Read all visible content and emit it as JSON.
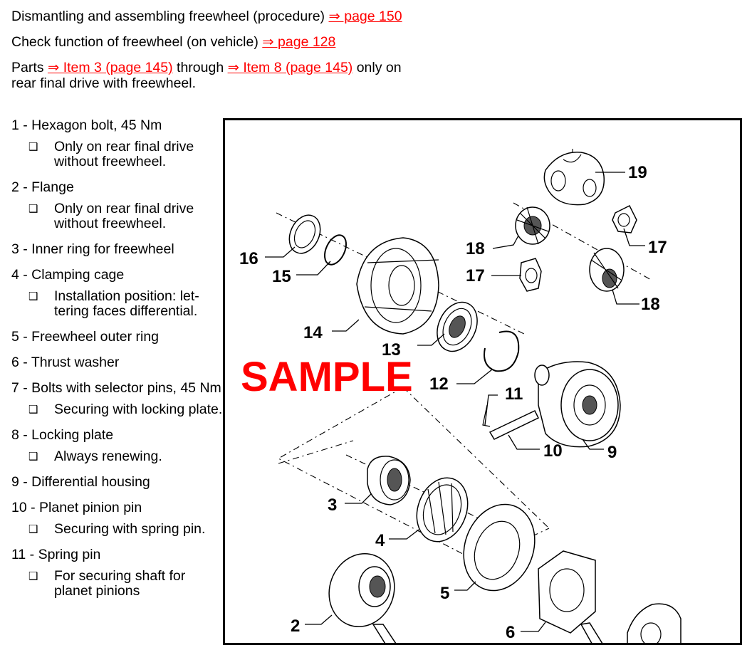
{
  "header": {
    "line1": {
      "text": "Dismantling and assembling freewheel (procedure) ",
      "link": "⇒ page 150"
    },
    "line2": {
      "text": "Check function of freewheel (on vehicle) ",
      "link": "⇒ page 128"
    },
    "line3": {
      "prefix": "Parts ",
      "link1": "⇒ Item 3 (page 145)",
      "middle": " through ",
      "link2": "⇒ Item 8 (page 145)",
      "suffix": " only on",
      "line2": "rear final drive with freewheel."
    }
  },
  "bullet_icon": "❑",
  "parts": [
    {
      "title": "1 - Hexagon bolt, 45 Nm",
      "notes": [
        "Only on rear final drive without freewheel."
      ]
    },
    {
      "title": "2 - Flange",
      "notes": [
        "Only on rear final drive without freewheel."
      ]
    },
    {
      "title": "3 - Inner ring for freewheel",
      "notes": []
    },
    {
      "title": "4 - Clamping cage",
      "notes": [
        "Installation position: let-tering faces differential."
      ]
    },
    {
      "title": "5 - Freewheel outer ring",
      "notes": []
    },
    {
      "title": "6 - Thrust washer",
      "notes": []
    },
    {
      "title": "7 - Bolts with selector pins, 45 Nm",
      "notes": [
        "Securing with locking plate."
      ]
    },
    {
      "title": "8 - Locking plate",
      "notes": [
        "Always renewing."
      ]
    },
    {
      "title": "9 - Differential housing",
      "notes": []
    },
    {
      "title": "10 - Planet pinion pin",
      "notes": [
        "Securing with spring pin."
      ]
    },
    {
      "title": "11 - Spring pin",
      "notes": [
        "For securing shaft for planet pinions"
      ]
    }
  ],
  "figure": {
    "watermark": "SAMPLE",
    "callouts": {
      "c19": "19",
      "c16": "16",
      "c15": "15",
      "c18a": "18",
      "c17a": "17",
      "c17b": "17",
      "c18b": "18",
      "c14": "14",
      "c13": "13",
      "c12": "12",
      "c11": "11",
      "c10": "10",
      "c9": "9",
      "c3": "3",
      "c4": "4",
      "c5": "5",
      "c2": "2",
      "c6": "6"
    }
  }
}
